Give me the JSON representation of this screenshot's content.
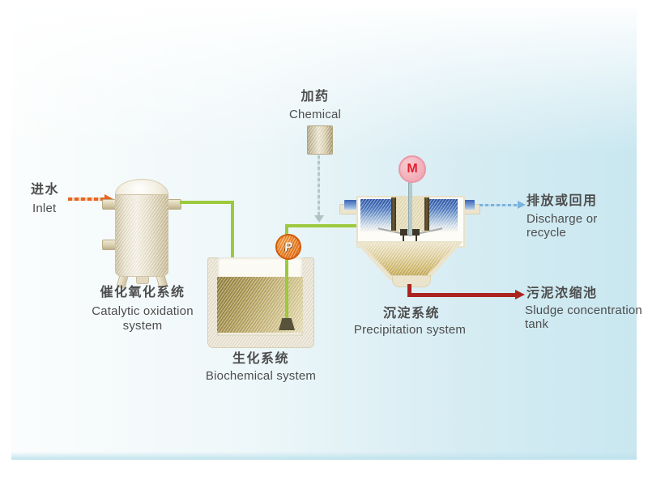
{
  "nodes": {
    "inlet": {
      "zh": "进水",
      "en": "Inlet"
    },
    "chemical": {
      "zh": "加药",
      "en": "Chemical"
    },
    "catalytic": {
      "zh": "催化氧化系统",
      "en_line1": "Catalytic oxidation",
      "en_line2": "system"
    },
    "biochemical": {
      "zh": "生化系统",
      "en": "Biochemical system"
    },
    "precipitation": {
      "zh": "沉淀系统",
      "en": "Precipitation system"
    },
    "discharge": {
      "zh": "排放或回用",
      "en_line1": "Discharge or",
      "en_line2": "recycle"
    },
    "sludge": {
      "zh": "污泥浓缩池",
      "en_line1": "Sludge concentration",
      "en_line2": "tank"
    }
  },
  "symbols": {
    "pump": "P",
    "motor": "M"
  },
  "colors": {
    "flow_green": "#9cc93d",
    "inlet_orange": "#e8641e",
    "discharge_blue": "#7ab3dd",
    "sludge_red": "#ab2420",
    "chemical_arrow_sage": "#b2c8c4",
    "water_blue": "#2b55ab",
    "sludge_tan": "#c3a54e",
    "vessel_cream": "#ebe3cb",
    "pump_orange": "#e96f12",
    "motor_pink": "#f0aab5",
    "motor_letter_red": "#df1f2d",
    "label_gray": "#4d4d4d",
    "panel_tint": "#c9e7f0"
  }
}
